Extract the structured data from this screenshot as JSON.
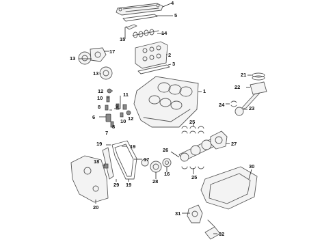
{
  "callouts": {
    "n1": "1",
    "n2": "2",
    "n3": "3",
    "n4": "4",
    "n5": "5",
    "n6": "6",
    "n7": "7",
    "n8a": "8",
    "n8b": "8",
    "n9": "9",
    "n10a": "10",
    "n10b": "10",
    "n11": "11",
    "n12a": "12",
    "n12b": "12",
    "n13a": "13",
    "n13b": "13",
    "n14": "14",
    "n15": "15",
    "n16": "16",
    "n17a": "17",
    "n17b": "17",
    "n18": "18",
    "n19a": "19",
    "n19b": "19",
    "n19c": "19",
    "n20": "20",
    "n21": "21",
    "n22": "22",
    "n23": "23",
    "n24": "24",
    "n25a": "25",
    "n25b": "25",
    "n26": "26",
    "n27": "27",
    "n28": "28",
    "n29": "29",
    "n30": "30",
    "n31": "31",
    "n32": "32"
  }
}
